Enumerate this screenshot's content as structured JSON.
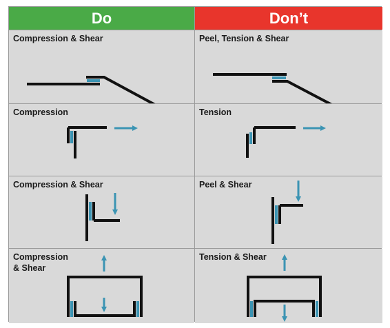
{
  "headers": {
    "do": "Do",
    "dont": "Don’t"
  },
  "colors": {
    "do": "#4aaa47",
    "dont": "#e8352c",
    "cell_bg": "#d9d9d9",
    "stroke": "#111111",
    "adhesive": "#3b94b3"
  },
  "rows": [
    {
      "do": {
        "label": "Compression & Shear"
      },
      "dont": {
        "label": "Peel, Tension & Shear"
      }
    },
    {
      "do": {
        "label": "Compression"
      },
      "dont": {
        "label": "Tension"
      }
    },
    {
      "do": {
        "label": "Compression & Shear"
      },
      "dont": {
        "label": "Peel & Shear"
      }
    },
    {
      "do": {
        "label": "Compression\n& Shear"
      },
      "dont": {
        "label": "Tension & Shear"
      }
    }
  ]
}
